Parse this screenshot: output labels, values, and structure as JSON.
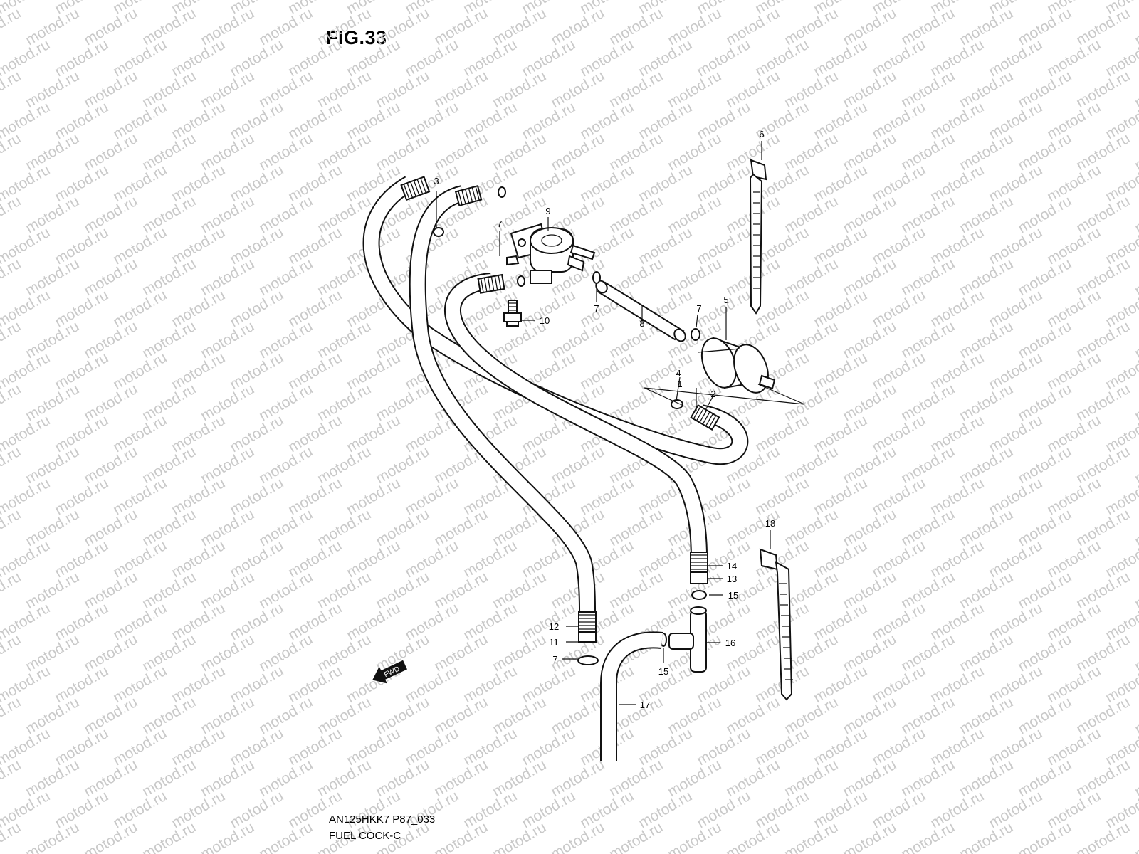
{
  "figure": {
    "title": "FIG.33",
    "code": "AN125HKK7 P87_033",
    "name": "FUEL COCK-C",
    "fwd_label": "FWD"
  },
  "watermark": {
    "text": "motod.ru"
  },
  "callouts": [
    "1",
    "2",
    "3",
    "4",
    "5",
    "6",
    "7",
    "7",
    "7",
    "7",
    "8",
    "9",
    "10",
    "11",
    "12",
    "13",
    "14",
    "15",
    "15",
    "16",
    "17",
    "18"
  ]
}
